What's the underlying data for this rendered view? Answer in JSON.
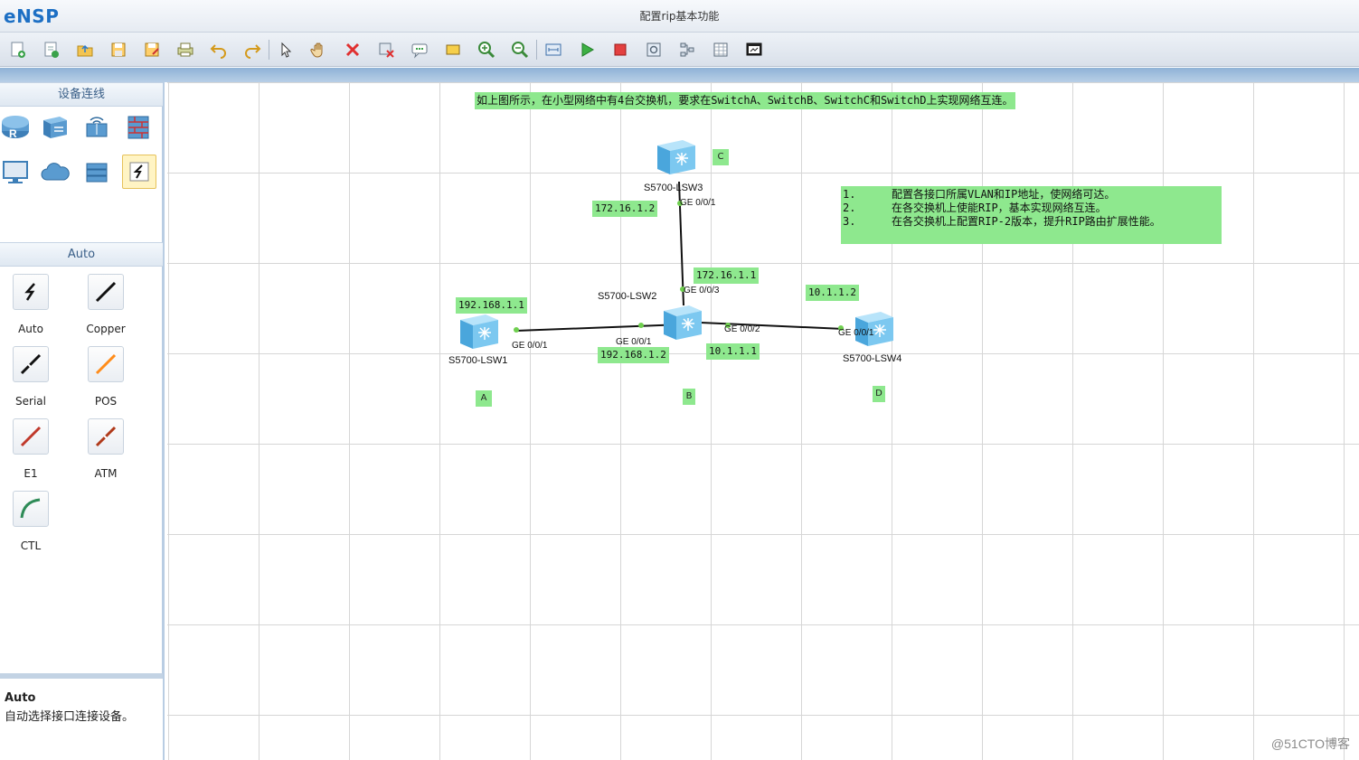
{
  "app": {
    "logo": "eNSP",
    "title": "配置rip基本功能"
  },
  "toolbar": {
    "icons": [
      "new-topo-icon",
      "new-file-icon",
      "open-icon",
      "save-icon",
      "save-as-icon",
      "print-icon",
      "undo-icon",
      "redo-icon",
      "pointer-icon",
      "hand-icon",
      "delete-icon",
      "delete-link-icon",
      "text-icon",
      "rect-icon",
      "zoom-in-icon",
      "zoom-out-icon",
      "fit-icon",
      "start-icon",
      "stop-icon",
      "capture-icon",
      "topology-icon",
      "grid-icon",
      "screen-icon"
    ]
  },
  "sidebar": {
    "devices_header": "设备连线",
    "devices": [
      "router-icon",
      "switch-icon",
      "wireless-icon",
      "firewall-icon",
      "pc-icon",
      "cloud-icon",
      "other-device-icon",
      "auto-link-icon"
    ],
    "cables_header": "Auto",
    "cables": [
      {
        "label": "Auto",
        "color": "#111111"
      },
      {
        "label": "Copper",
        "color": "#111111"
      },
      {
        "label": "Serial",
        "color": "#111111"
      },
      {
        "label": "POS",
        "color": "#ff8c1a"
      },
      {
        "label": "E1",
        "color": "#c0392b"
      },
      {
        "label": "ATM",
        "color": "#b03a1a"
      },
      {
        "label": "CTL",
        "color": "#2e8b57"
      }
    ],
    "description": {
      "title": "Auto",
      "text": "自动选择接口连接设备。"
    }
  },
  "canvas": {
    "heading": "如上图所示，在小型网络中有4台交换机，要求在SwitchA、SwitchB、SwitchC和SwitchD上实现网络互连。",
    "tasks": [
      {
        "num": "1.",
        "text": "配置各接口所属VLAN和IP地址，使网络可达。"
      },
      {
        "num": "2.",
        "text": "在各交换机上使能RIP，基本实现网络互连。"
      },
      {
        "num": "3.",
        "text": "在各交换机上配置RIP-2版本，提升RIP路由扩展性能。"
      }
    ],
    "devices": {
      "lsw1": {
        "name": "S5700-LSW1",
        "letter": "A"
      },
      "lsw2": {
        "name": "S5700-LSW2",
        "letter": "B"
      },
      "lsw3": {
        "name": "S5700-LSW3",
        "letter": "C"
      },
      "lsw4": {
        "name": "S5700-LSW4",
        "letter": "D"
      }
    },
    "ips": {
      "lsw1_ip": "192.168.1.1",
      "lsw2_ip_a": "192.168.1.2",
      "lsw2_ip_c": "172.16.1.1",
      "lsw2_ip_d": "10.1.1.1",
      "lsw3_ip": "172.16.1.2",
      "lsw4_ip": "10.1.1.2"
    },
    "ports": {
      "lsw1_p": "GE 0/0/1",
      "lsw2_p1": "GE 0/0/1",
      "lsw2_p2": "GE 0/0/2",
      "lsw2_p3": "GE 0/0/3",
      "lsw3_p": "GE 0/0/1",
      "lsw4_p": "GE 0/0/1"
    }
  },
  "watermark": "@51CTO博客"
}
